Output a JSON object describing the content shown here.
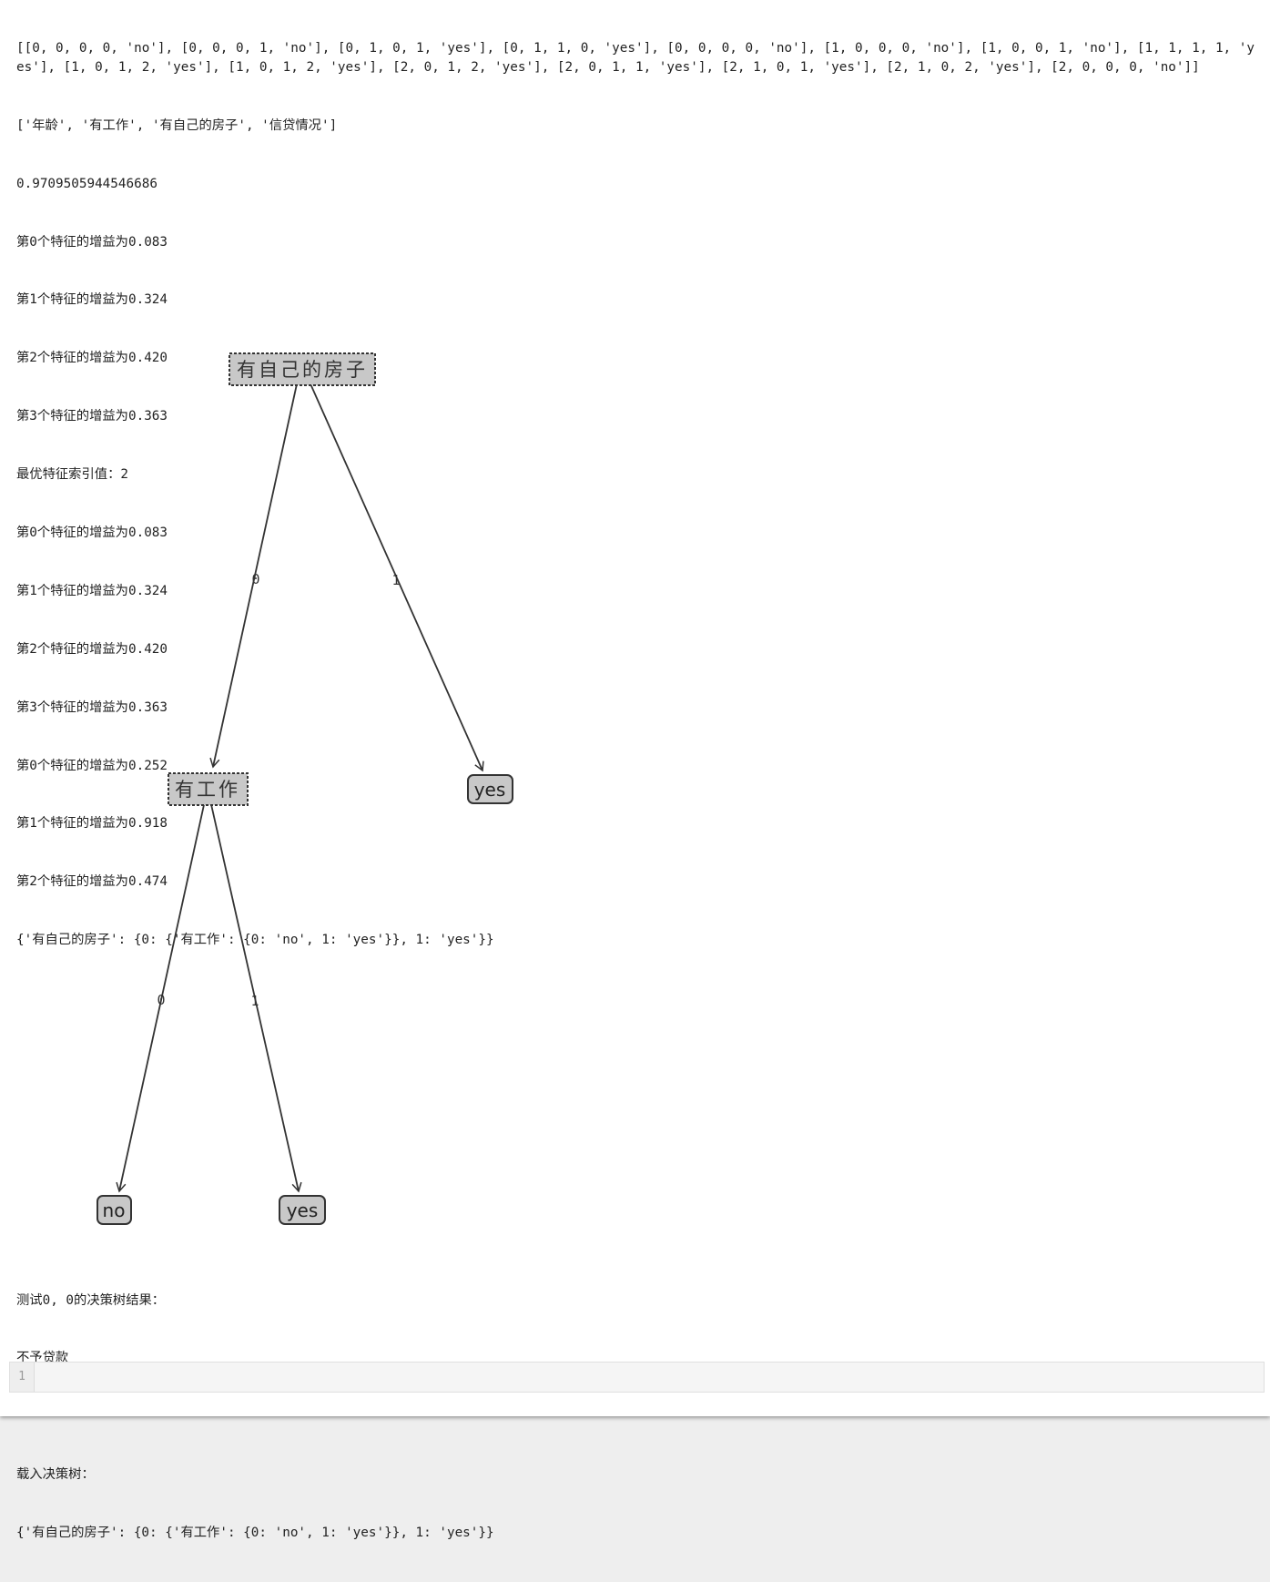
{
  "output_top": [
    "[[0, 0, 0, 0, 'no'], [0, 0, 0, 1, 'no'], [0, 1, 0, 1, 'yes'], [0, 1, 1, 0, 'yes'], [0, 0, 0, 0, 'no'], [1, 0, 0, 0, 'no'], [1, 0, 0, 1, 'no'], [1, 1, 1, 1, 'yes'], [1, 0, 1, 2, 'yes'], [1, 0, 1, 2, 'yes'], [2, 0, 1, 2, 'yes'], [2, 0, 1, 1, 'yes'], [2, 1, 0, 1, 'yes'], [2, 1, 0, 2, 'yes'], [2, 0, 0, 0, 'no']]",
    "['年龄', '有工作', '有自己的房子', '信贷情况']",
    "0.9709505944546686",
    "第0个特征的增益为0.083",
    "第1个特征的增益为0.324",
    "第2个特征的增益为0.420",
    "第3个特征的增益为0.363",
    "最优特征索引值：2",
    "第0个特征的增益为0.083",
    "第1个特征的增益为0.324",
    "第2个特征的增益为0.420",
    "第3个特征的增益为0.363",
    "第0个特征的增益为0.252",
    "第1个特征的增益为0.918",
    "第2个特征的增益为0.474",
    "{'有自己的房子': {0: {'有工作': {0: 'no', 1: 'yes'}}, 1: 'yes'}}"
  ],
  "tree": {
    "root": "有自己的房子",
    "mid": "有工作",
    "leaf_right": "yes",
    "leaf_no": "no",
    "leaf_yes": "yes",
    "edge_root_left": "0",
    "edge_root_right": "1",
    "edge_mid_left": "0",
    "edge_mid_right": "1"
  },
  "output_bottom": {
    "test_label": "测试0, 0的决策树结果：",
    "test_result": "不予贷款",
    "load_label": "载入决策树：",
    "loaded_tree": "{'有自己的房子': {0: {'有工作': {0: 'no', 1: 'yes'}}, 1: 'yes'}}"
  },
  "cell": {
    "line_number": "1"
  }
}
